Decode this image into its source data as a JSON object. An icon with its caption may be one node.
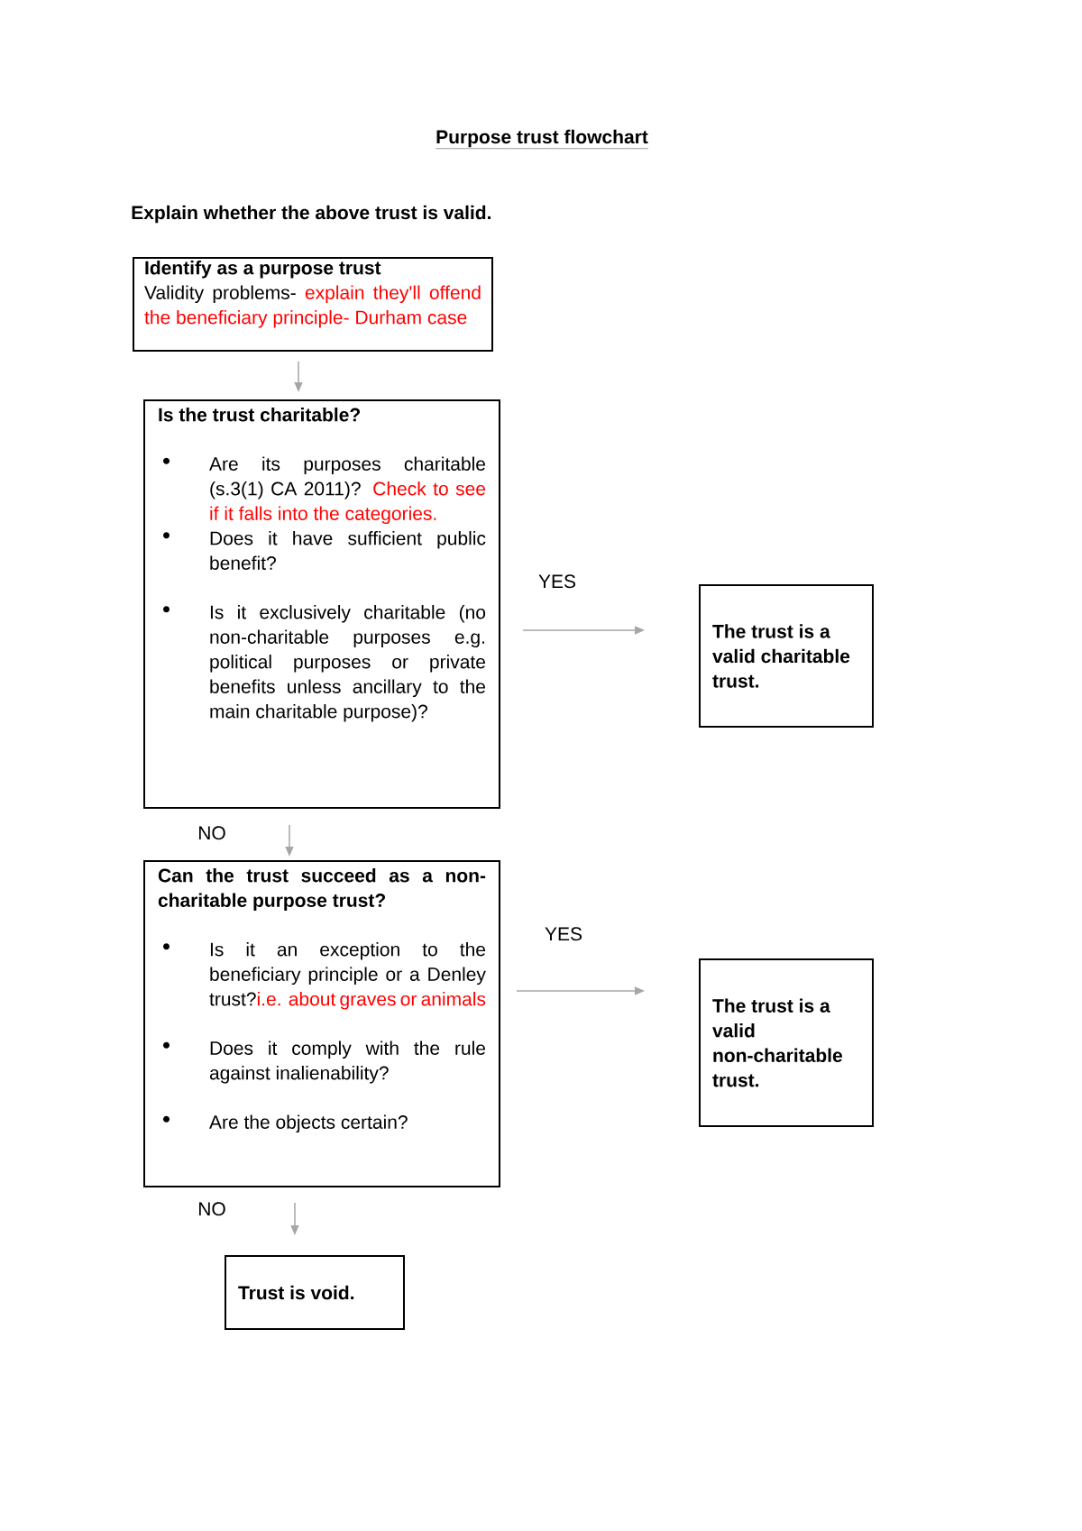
{
  "diagram": {
    "title": "Purpose trust flowchart",
    "nodes": [
      {
        "text": [
          "Identify as a purpose trust",
          "Validity problems-",
          "explain they'll offend the beneficiary principle- Durham case"
        ]
      },
      {
        "text": [
          "Is the trust charitable?",
          "Are its purposes charitable (s.3(1) CA 2011)?",
          "Check to see if it falls into the categories.",
          "Does it have sufficient public benefit?",
          "Is it exclusively charitable (no non-charitable purposes e.g. political purposes or private benefits unless ancillary to the main charitable purpose)?"
        ]
      },
      {
        "text": [
          "The trust is a valid charitable trust."
        ]
      },
      {
        "text": [
          "Can the trust succeed as a non-charitable purpose trust?",
          "Is it an exception to the beneficiary principle or a Denley trust?",
          "i.e. about graves or animals",
          "Does it comply with the rule against inalienability?",
          "Are the objects certain?"
        ]
      },
      {
        "text": [
          "The trust is a valid non-charitable trust."
        ]
      },
      {
        "text": [
          "Trust is void."
        ]
      }
    ],
    "edges": [
      {
        "from": 0,
        "to": 1,
        "arrow": "to"
      },
      {
        "from": 1,
        "to": 2,
        "arrow": "to",
        "label": "YES"
      },
      {
        "from": 1,
        "to": 3,
        "arrow": "to",
        "label": "NO"
      },
      {
        "from": 3,
        "to": 4,
        "arrow": "to",
        "label": "YES"
      },
      {
        "from": 3,
        "to": 5,
        "arrow": "to",
        "label": "NO"
      }
    ],
    "labels": [
      "Explain whether the above trust is valid."
    ]
  }
}
